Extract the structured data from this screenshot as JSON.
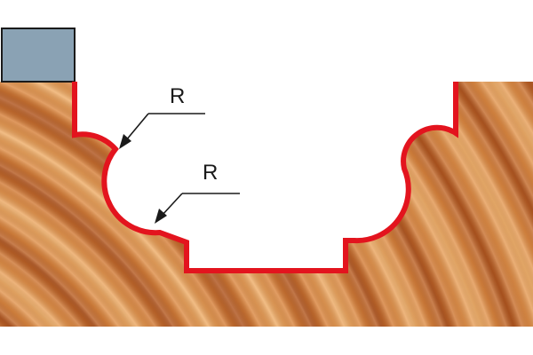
{
  "diagram": {
    "radius_labels": {
      "upper": "R",
      "lower": "R"
    },
    "colors": {
      "background": "#ffffff",
      "wood_base": "#d9843e",
      "wood_light": "#f0b06c",
      "wood_dark": "#b0551f",
      "profile_line": "#e3141e",
      "guide_block": "#8aa2b4",
      "outline": "#1a1a1a"
    },
    "icons": [
      "wood-grain",
      "router-bit-profile",
      "bearing-guide"
    ]
  }
}
